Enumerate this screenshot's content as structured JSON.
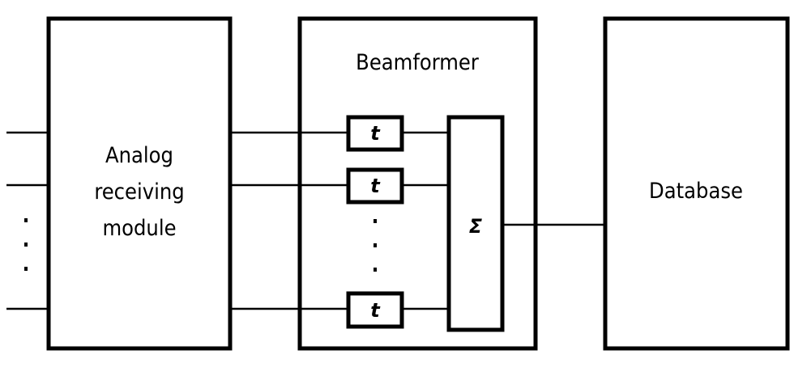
{
  "diagram": {
    "analog_module": {
      "lines": [
        "Analog",
        "receiving",
        "module"
      ]
    },
    "beamformer": {
      "title": "Beamformer",
      "delay_symbol": "t",
      "delay_count_shown": 3,
      "sum_symbol": "Σ"
    },
    "database": {
      "label": "Database"
    },
    "ellipsis": "⋮",
    "colors": {
      "stroke": "#000000",
      "background": "#ffffff"
    }
  }
}
